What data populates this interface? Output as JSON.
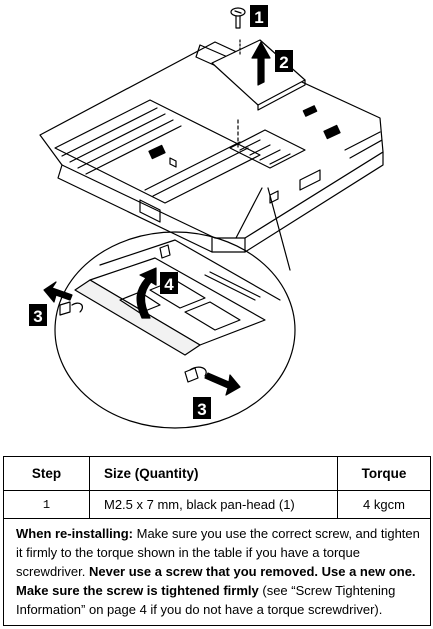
{
  "callouts": {
    "step1": "1",
    "step2": "2",
    "step3_left": "3",
    "step3_right": "3",
    "step4": "4"
  },
  "table": {
    "headers": {
      "step": "Step",
      "size": "Size (Quantity)",
      "torque": "Torque"
    },
    "rows": [
      {
        "step": "1",
        "size": "M2.5 x 7 mm, black pan-head (1)",
        "torque": "4 kgcm"
      }
    ]
  },
  "note": {
    "lead": "When re-installing:",
    "text1": " Make sure you use the correct screw, and tighten it firmly to the torque shown in the table if you have a torque screwdriver. ",
    "bold1": "Never use a screw that you removed.  Use a new one.  Make sure the screw is tightened firmly",
    "text2": " (see “Screw Tightening Information” on page 4 if you do not have a torque screwdriver)."
  }
}
